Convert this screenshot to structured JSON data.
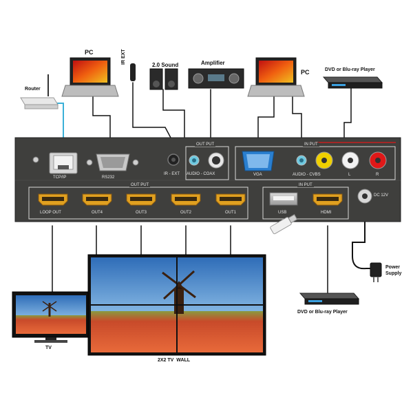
{
  "devices": {
    "pc_left": "PC",
    "ir_ext": "IR EXT",
    "sound": "2.0 Sound",
    "amplifier": "Amplifier",
    "pc_right": "PC",
    "dvd_top": "DVD or Blu-ray Player",
    "router": "Router",
    "tv": "TV",
    "tv_wall": "2X2 TV  WALL",
    "dvd_bottom": "DVD or Blu-ray Player",
    "power_supply": "Power Supply"
  },
  "panel_top": {
    "tcp_ip": "TCP/IP",
    "rs232": "RS232",
    "ir_ext": "IR - EXT",
    "output_group": "OUT PUT",
    "audio_coax": "AUDIO - COAX",
    "input_group": "IN PUT",
    "vga": "VGA",
    "audio_cvbs": "AUDIO - CVBS",
    "left": "L",
    "right": "R"
  },
  "panel_bottom": {
    "output_group": "OUT PUT",
    "loop_out": "LOOP OUT",
    "out4": "OUT4",
    "out3": "OUT3",
    "out2": "OUT2",
    "out1": "OUT1",
    "input_group": "IN PUT",
    "usb": "USB",
    "hdmi": "HDMI",
    "dc": "DC 12V"
  },
  "colors": {
    "panel": "#3f3f3d",
    "hdmi_port": "#e0a020",
    "vga_port": "#2a7fd0",
    "rca_yellow": "#f0d000",
    "rca_white": "#f2f2f2",
    "rca_red": "#e01818",
    "cable_cyan": "#3ab0d8",
    "cable_black": "#111111"
  }
}
